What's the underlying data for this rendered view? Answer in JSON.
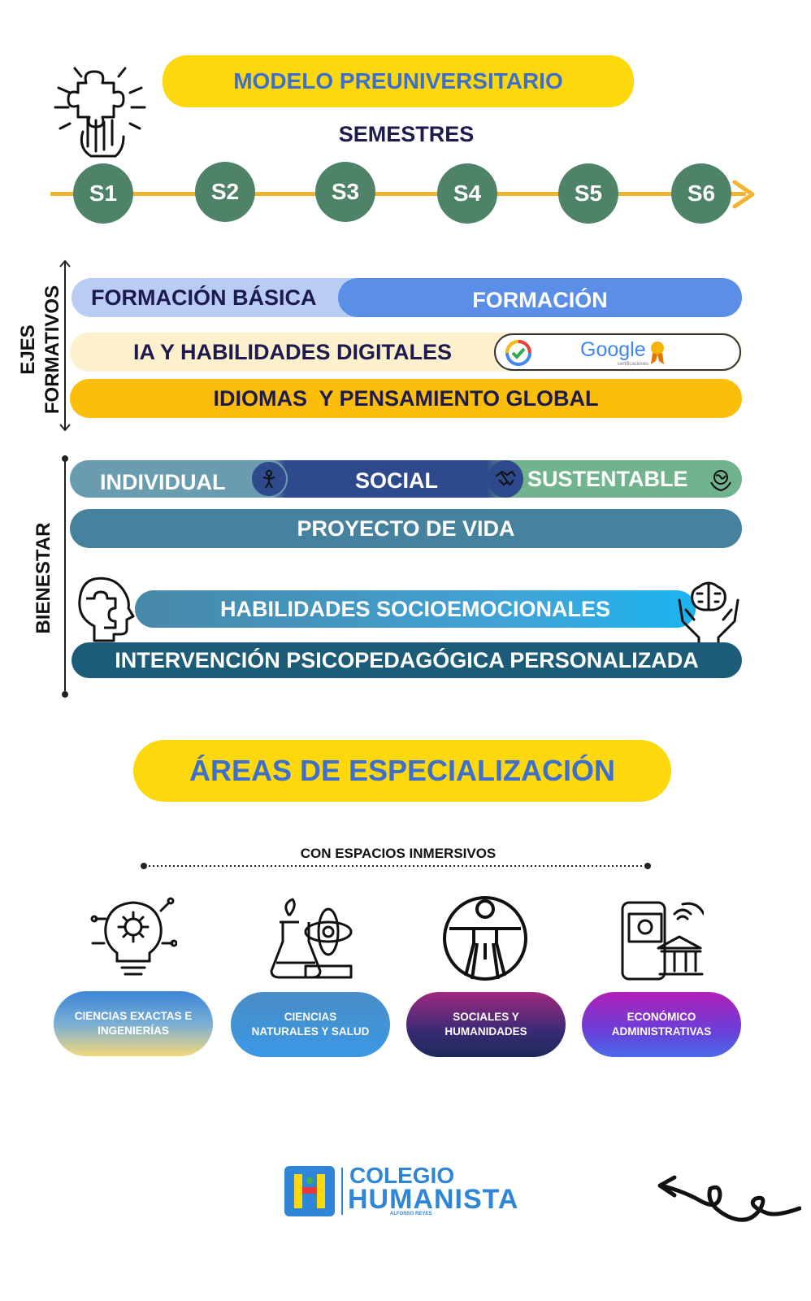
{
  "header": {
    "title": "MODELO PREUNIVERSITARIO",
    "subtitle": "SEMESTRES"
  },
  "semesters": [
    "S1",
    "S2",
    "S3",
    "S4",
    "S5",
    "S6"
  ],
  "ejes": {
    "label": "EJES\nFORMATIVOS",
    "basica": "FORMACIÓN BÁSICA",
    "formacion": "FORMACIÓN",
    "ia": "IA Y HABILIDADES DIGITALES",
    "google": "Google",
    "google_small": "certificaciones",
    "idiomas": "IDIOMAS  Y PENSAMIENTO GLOBAL"
  },
  "bienestar": {
    "label": "BIENESTAR",
    "individual": "INDIVIDUAL",
    "social": "SOCIAL",
    "sustentable": "SUSTENTABLE",
    "proyecto": "PROYECTO DE VIDA",
    "habilidades": "HABILIDADES SOCIOEMOCIONALES",
    "intervencion": "INTERVENCIÓN PSICOPEDAGÓGICA PERSONALIZADA"
  },
  "areas": {
    "title": "ÁREAS DE ESPECIALIZACIÓN",
    "subtitle": "CON ESPACIOS INMERSIVOS",
    "items": [
      {
        "label": "CIENCIAS EXACTAS E\nINGENIERÍAS",
        "icon": "lightbulb-gear-icon"
      },
      {
        "label": "CIENCIAS\nNATURALES Y SALUD",
        "icon": "flask-atom-icon"
      },
      {
        "label": "SOCIALES Y\nHUMANIDADES",
        "icon": "vitruvian-man-icon"
      },
      {
        "label": "ECONÓMICO\nADMINISTRATIVAS",
        "icon": "phone-bank-icon"
      }
    ]
  },
  "logo": {
    "line1": "COLEGIO",
    "line2": "HUMANISTA",
    "small": "ALFONSO REYES"
  },
  "colors": {
    "yellow": "#fcd80c",
    "title_blue": "#3e6fce",
    "green": "#4e8368",
    "blue": "#5b8ee6"
  }
}
